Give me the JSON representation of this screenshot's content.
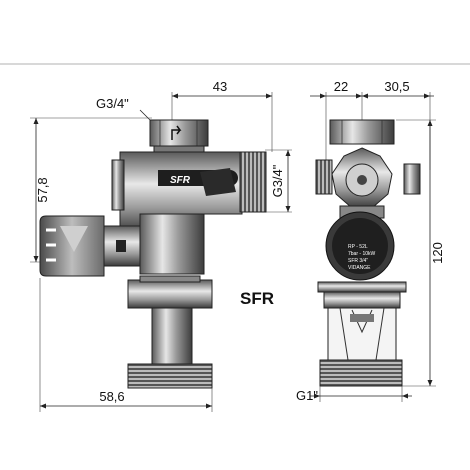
{
  "model_label": "SFR",
  "front_view": {
    "thread_top": "G3/4\"",
    "width_right": "43",
    "height_left": "57,8",
    "thread_right": "G3/4\"",
    "width_bottom": "58,6",
    "body_logo": "SFR"
  },
  "side_view": {
    "width_left": "22",
    "width_right": "30,5",
    "height_total": "120",
    "thread_bottom": "G1\"",
    "badge_lines": [
      "RP - 52L",
      "7bar - 10kW",
      "SFR 3/4\"",
      "VIDANGE"
    ]
  },
  "colors": {
    "metal_dark": "#2b2b2b",
    "metal_mid": "#8a8a8a",
    "metal_light": "#d8d8d8"
  }
}
